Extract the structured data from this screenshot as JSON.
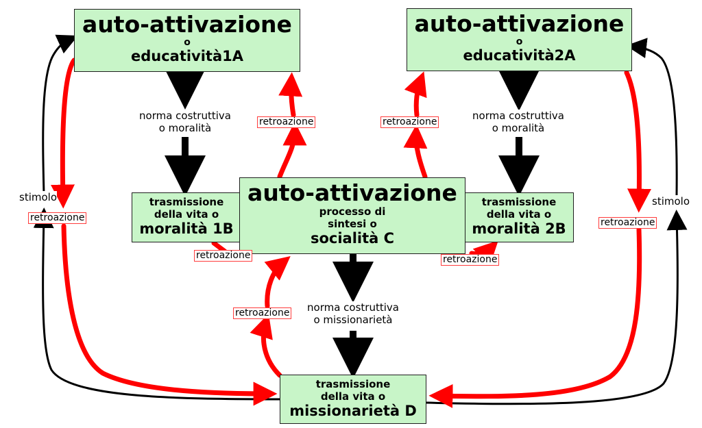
{
  "boxes": {
    "a1": {
      "title": "auto-attivazione",
      "conj": "o",
      "name": "educatività1A"
    },
    "a2": {
      "title": "auto-attivazione",
      "conj": "o",
      "name": "educatività2A"
    },
    "b1": {
      "line1": "trasmissione",
      "line2": "della vita  o",
      "name": "moralità 1B"
    },
    "b2": {
      "line1": "trasmissione",
      "line2": "della vita o",
      "name": "moralità 2B"
    },
    "c": {
      "title": "auto-attivazione",
      "line1": "processo di",
      "line2": "sintesi o",
      "name": "socialità C"
    },
    "d": {
      "line1": "trasmissione",
      "line2": "della vita o",
      "name": "missionarietà D"
    }
  },
  "labels": {
    "norm_left": {
      "line1": "norma costruttiva",
      "line2": "o moralità"
    },
    "norm_right": {
      "line1": "norma costruttiva",
      "line2": "o moralità"
    },
    "norm_center": {
      "line1": "norma costruttiva",
      "line2": "o missionarietà"
    },
    "stimolo_left": "stimolo",
    "stimolo_right": "stimolo",
    "retroazione": "retroazione"
  },
  "colors": {
    "box_fill": "#c8f5c8",
    "feedback_red": "#ff0000",
    "norm_black": "#000000"
  }
}
